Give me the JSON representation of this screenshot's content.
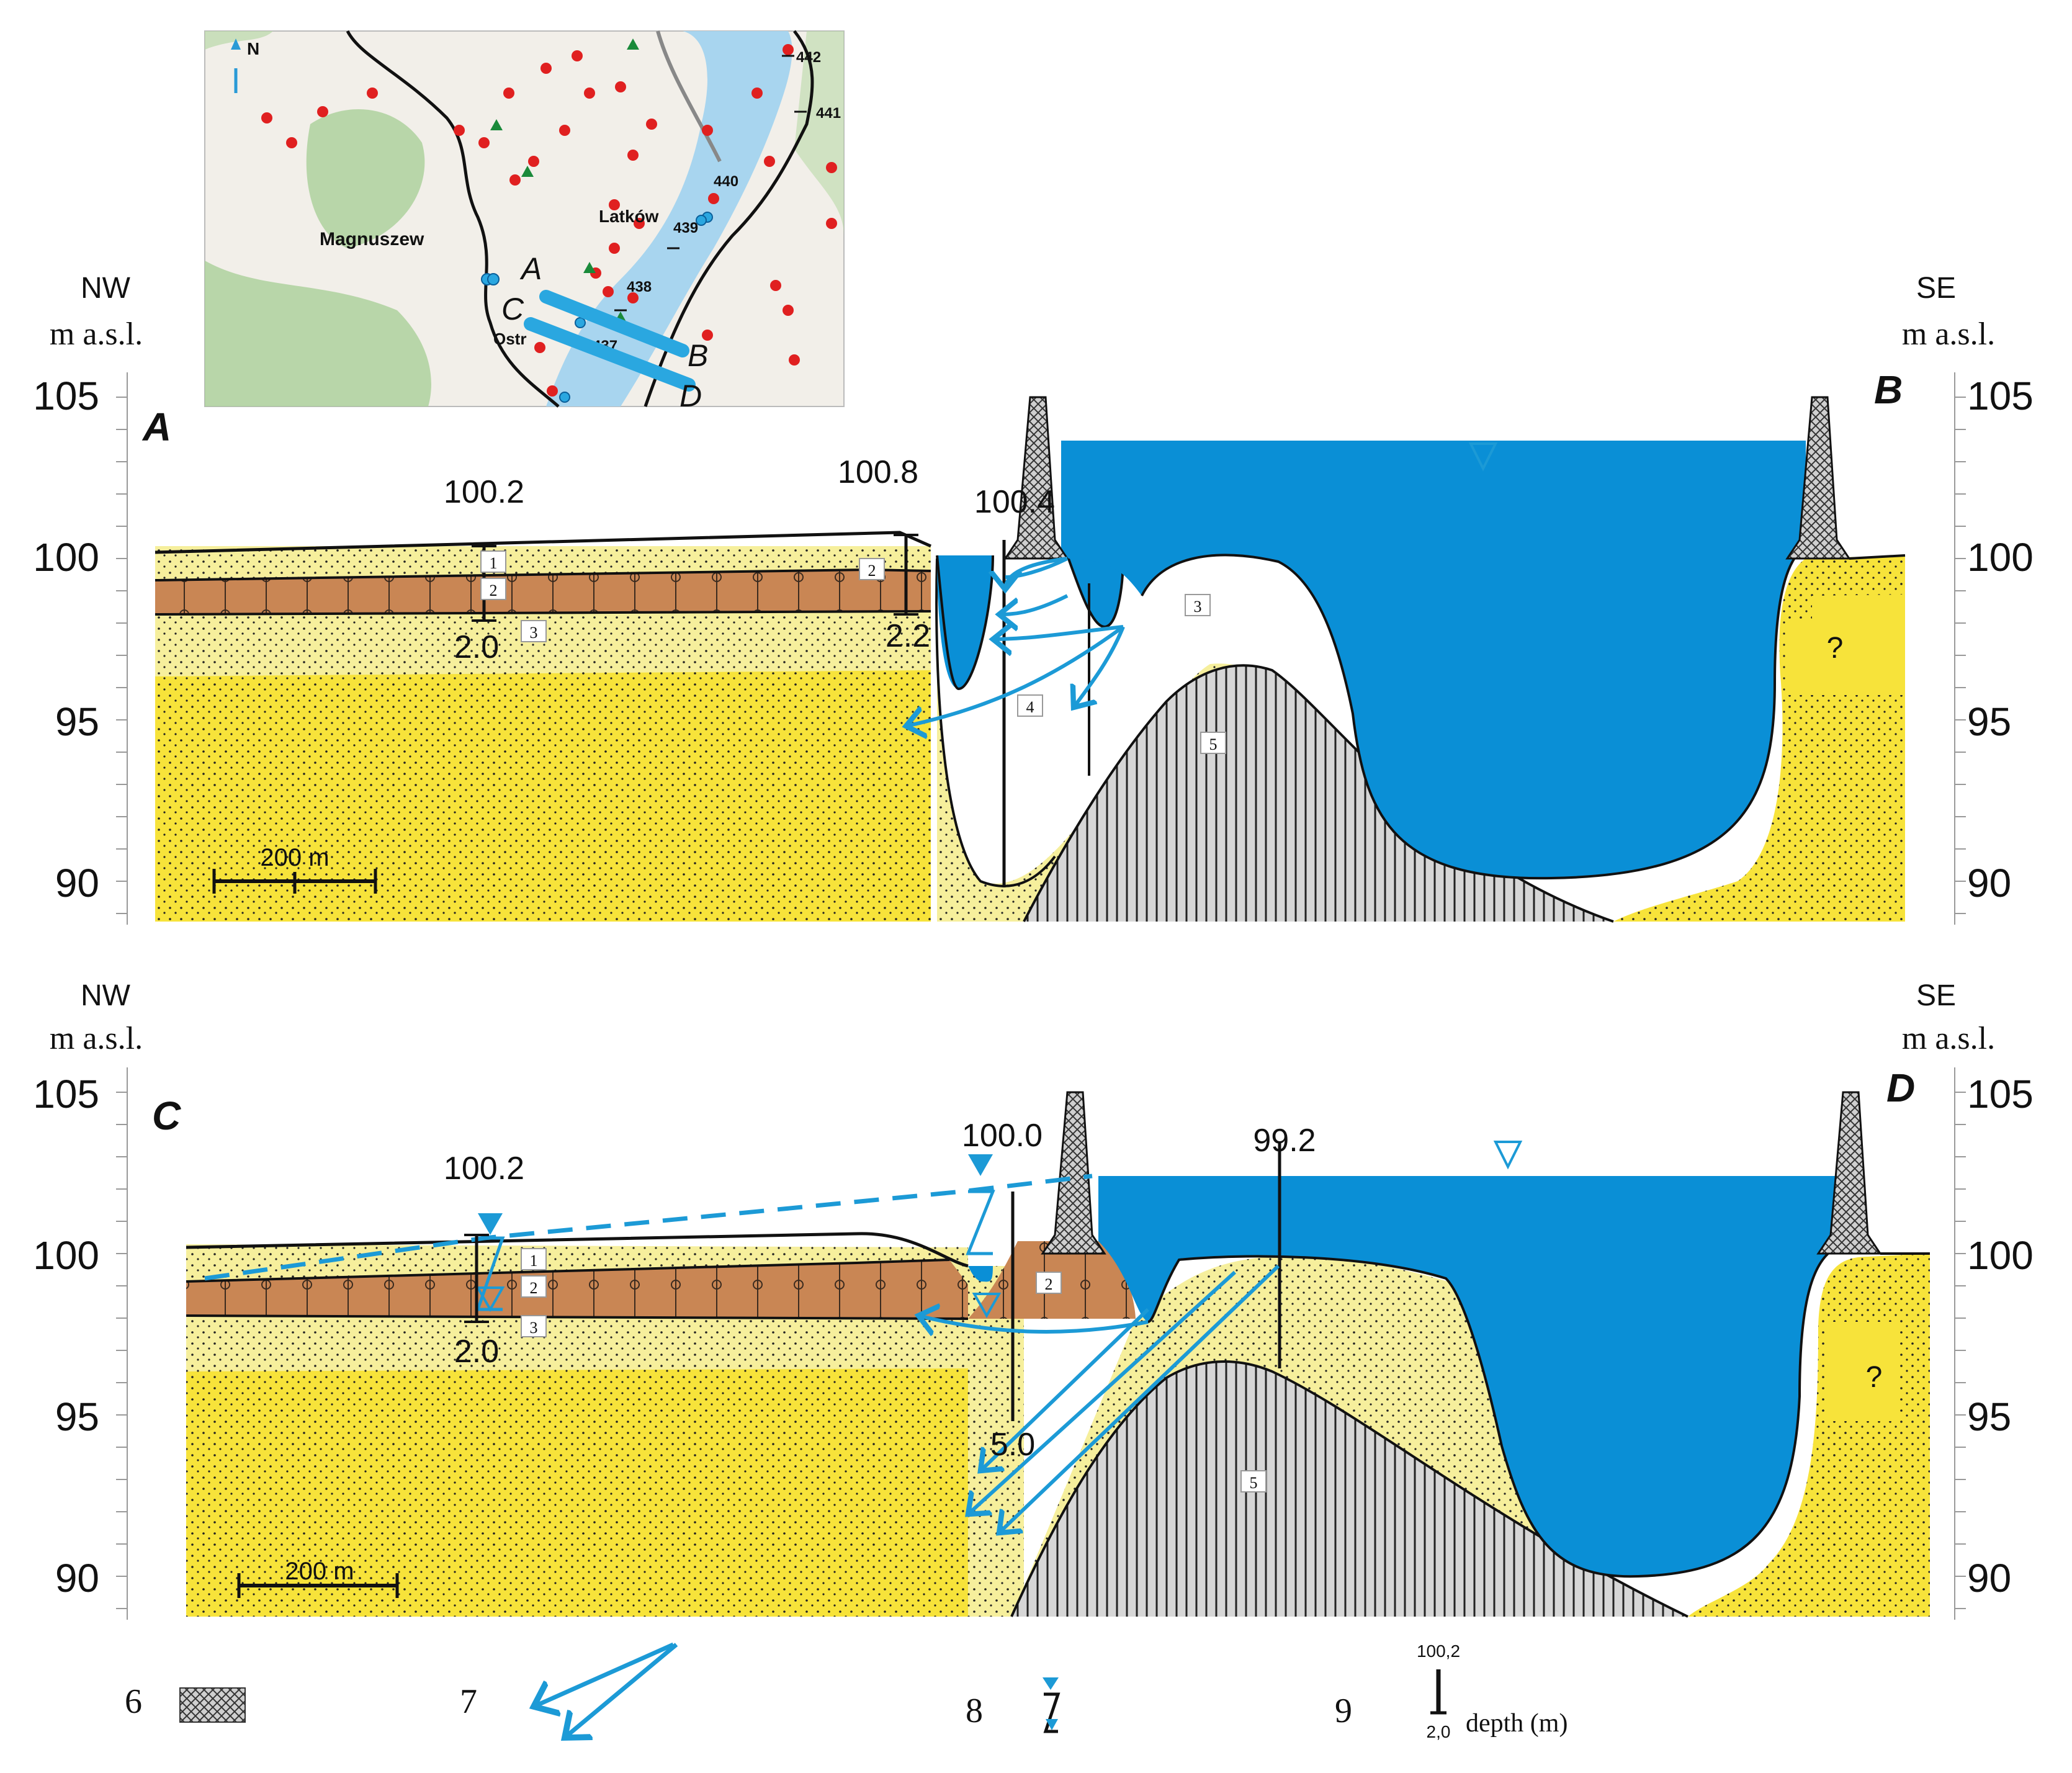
{
  "map": {
    "north": "N",
    "towns": [
      "Magnuszew",
      "Latków",
      "Ostr"
    ],
    "km_markers": [
      "442",
      "441",
      "440",
      "439",
      "438",
      "437"
    ],
    "profile_letters": [
      "A",
      "B",
      "C",
      "D"
    ]
  },
  "section_ab": {
    "letter_left": "A",
    "letter_right": "B",
    "dir_left": "NW",
    "dir_right": "SE",
    "unit": "m a.s.l.",
    "ticks": [
      "105",
      "100",
      "95",
      "90"
    ],
    "boreholes": [
      {
        "elev": "100.2",
        "depth": "2.0"
      },
      {
        "elev": "100.8",
        "depth": "2.2"
      },
      {
        "elev": "100.4",
        "depth": ""
      }
    ],
    "layer_labels": [
      "1",
      "2",
      "3",
      "2",
      "3",
      "4",
      "5"
    ],
    "unknown": "?",
    "scale": "200 m"
  },
  "section_cd": {
    "letter_left": "C",
    "letter_right": "D",
    "dir_left": "NW",
    "dir_right": "SE",
    "unit": "m a.s.l.",
    "ticks": [
      "105",
      "100",
      "95",
      "90"
    ],
    "boreholes": [
      {
        "elev": "100.2",
        "depth": "2.0"
      },
      {
        "elev": "100.0",
        "depth": "5.0"
      },
      {
        "elev": "99.2",
        "depth": ""
      }
    ],
    "layer_labels": [
      "1",
      "2",
      "3",
      "2",
      "5"
    ],
    "unknown": "?",
    "scale": "200 m"
  },
  "legend": [
    {
      "num": "6",
      "text": ""
    },
    {
      "num": "7",
      "text": ""
    },
    {
      "num": "8",
      "text": ""
    },
    {
      "num": "9",
      "top": "100,2",
      "bottom": "2,0",
      "text": "depth (m)"
    }
  ],
  "colors": {
    "water": "#0a8fd6",
    "sand_light": "#f6ef9c",
    "sand_dark": "#f7e33a",
    "clay": "#c98654",
    "bedrock": "#d6d6d6",
    "arrow": "#1c9ad6",
    "map_red": "#e02020"
  }
}
